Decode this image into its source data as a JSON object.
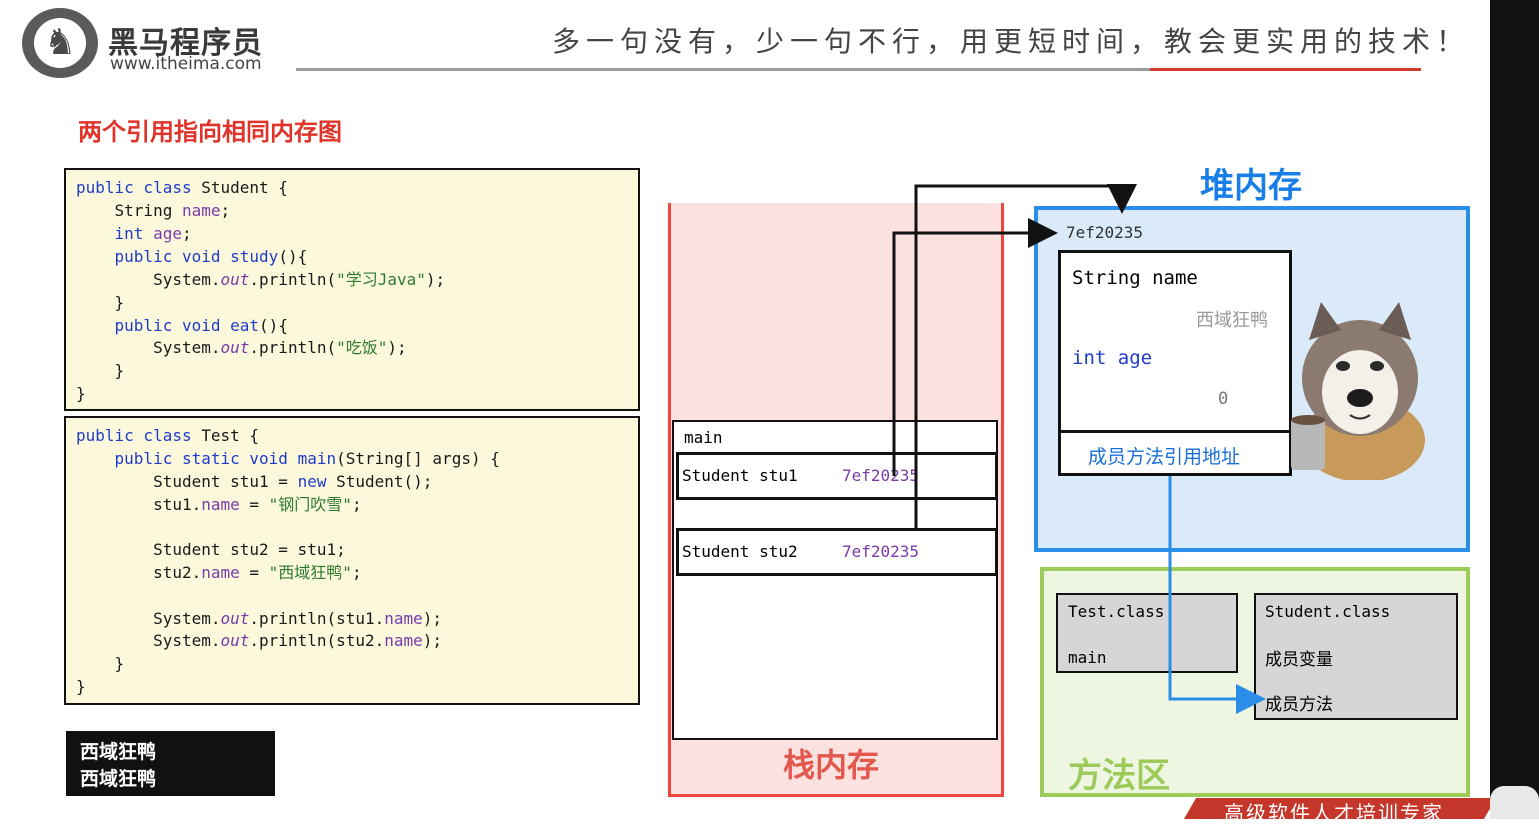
{
  "header": {
    "brand_cn": "黑马程序员",
    "brand_url": "www.itheima.com",
    "slogan": "多一句没有，少一句不行，用更短时间，教会更实用的技术！"
  },
  "slide_title": "两个引用指向相同内存图",
  "code_student": [
    "public class Student {",
    "    String name;",
    "    int age;",
    "    public void study(){",
    "        System.out.println(\"学习Java\");",
    "    }",
    "    public void eat(){",
    "        System.out.println(\"吃饭\");",
    "    }",
    "}"
  ],
  "code_test": [
    "public class Test {",
    "    public static void main(String[] args) {",
    "        Student stu1 = new Student();",
    "        stu1.name = \"钢门吹雪\";",
    "",
    "        Student stu2 = stu1;",
    "        stu2.name = \"西域狂鸭\";",
    "",
    "        System.out.println(stu1.name);",
    "        System.out.println(stu2.name);",
    "    }",
    "}"
  ],
  "console": [
    "西域狂鸭",
    "西域狂鸭"
  ],
  "stack": {
    "label": "栈内存",
    "frame_name": "main",
    "rows": [
      {
        "var": "Student stu1",
        "addr": "7ef20235"
      },
      {
        "var": "Student stu2",
        "addr": "7ef20235"
      }
    ]
  },
  "heap": {
    "title": "堆内存",
    "address": "7ef20235",
    "field1_label": "String name",
    "field1_value": "西域狂鸭",
    "field2_label": "int age",
    "field2_value": "0",
    "method_ref": "成员方法引用地址"
  },
  "method_area": {
    "label": "方法区",
    "test_class": {
      "name": "Test.class",
      "member": "main"
    },
    "student_class": {
      "name": "Student.class",
      "member1": "成员变量",
      "member2": "成员方法"
    }
  },
  "footer": {
    "text": "高级软件人才培训专家"
  },
  "colors": {
    "red": "#e0342a",
    "blue": "#2a8de8",
    "green": "#9ccb5a",
    "code_bg": "#fbf8dc"
  }
}
